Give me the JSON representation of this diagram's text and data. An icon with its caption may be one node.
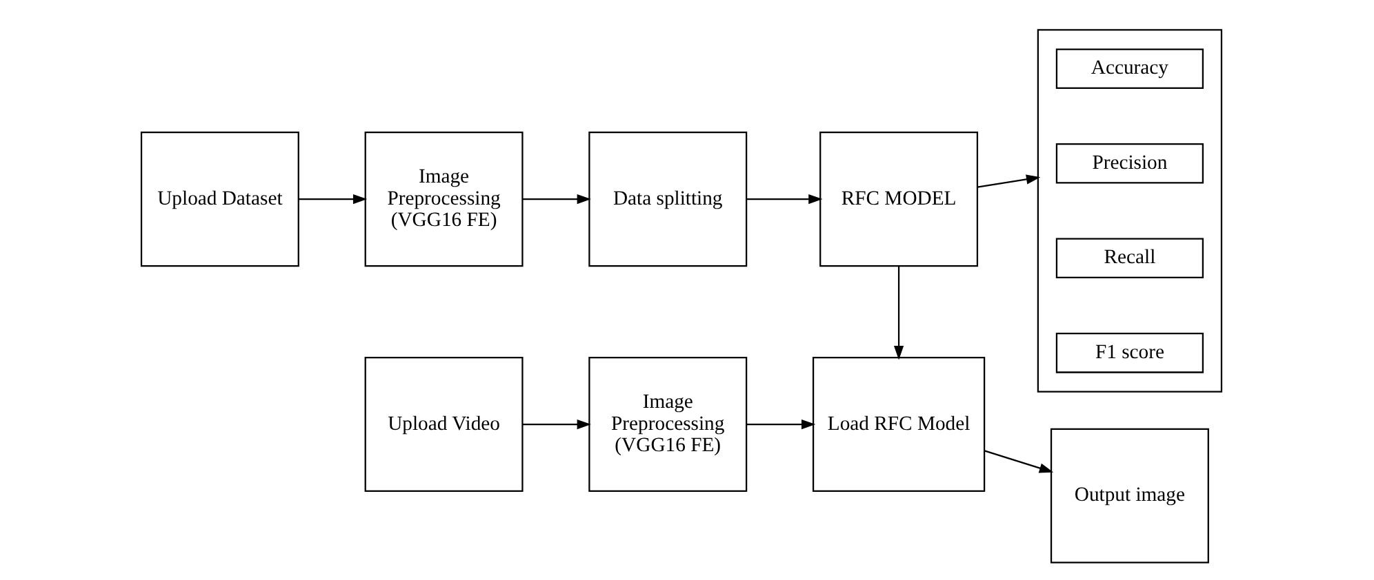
{
  "diagram": {
    "nodes": [
      {
        "text": [
          "Upload Dataset"
        ]
      },
      {
        "text": [
          "Image Preprocessing (VGG16 FE)"
        ]
      },
      {
        "text": [
          "Data splitting"
        ]
      },
      {
        "text": [
          "RFC MODEL"
        ]
      },
      {
        "text": [],
        "shape": "box"
      },
      {
        "text": [
          "Accuracy"
        ],
        "in": 4
      },
      {
        "text": [
          "Precision"
        ],
        "in": 4
      },
      {
        "text": [
          "Recall"
        ],
        "in": 4
      },
      {
        "text": [
          "F1 score"
        ],
        "in": 4
      },
      {
        "text": [
          "Upload Video"
        ]
      },
      {
        "text": [
          "Image Preprocessing (VGG16 FE)"
        ]
      },
      {
        "text": [
          "Load RFC Model"
        ]
      },
      {
        "text": [
          "Output image"
        ]
      }
    ],
    "edges": [
      {
        "from": 0,
        "to": 1,
        "arrow": "to"
      },
      {
        "from": 1,
        "to": 2,
        "arrow": "to"
      },
      {
        "from": 2,
        "to": 3,
        "arrow": "to"
      },
      {
        "from": 3,
        "to": 4,
        "arrow": "to"
      },
      {
        "from": 3,
        "to": 11,
        "arrow": "to"
      },
      {
        "from": 9,
        "to": 10,
        "arrow": "to"
      },
      {
        "from": 10,
        "to": 11,
        "arrow": "to"
      },
      {
        "from": 11,
        "to": 12,
        "arrow": "to"
      }
    ]
  }
}
